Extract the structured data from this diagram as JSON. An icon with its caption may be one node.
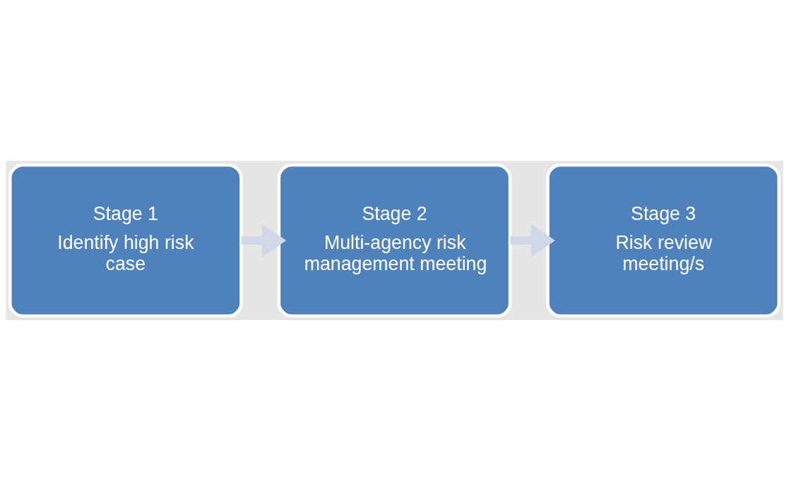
{
  "diagram": {
    "nodes": [
      {
        "text": [
          "Stage 1",
          "Identify high risk case"
        ]
      },
      {
        "text": [
          "Stage 2",
          "Multi-agency risk management meeting"
        ]
      },
      {
        "text": [
          "Stage 3",
          "Risk review meeting/s"
        ]
      }
    ],
    "edges": [
      {
        "from": 0,
        "to": 1,
        "arrow": "to"
      },
      {
        "from": 1,
        "to": 2,
        "arrow": "to"
      }
    ]
  }
}
